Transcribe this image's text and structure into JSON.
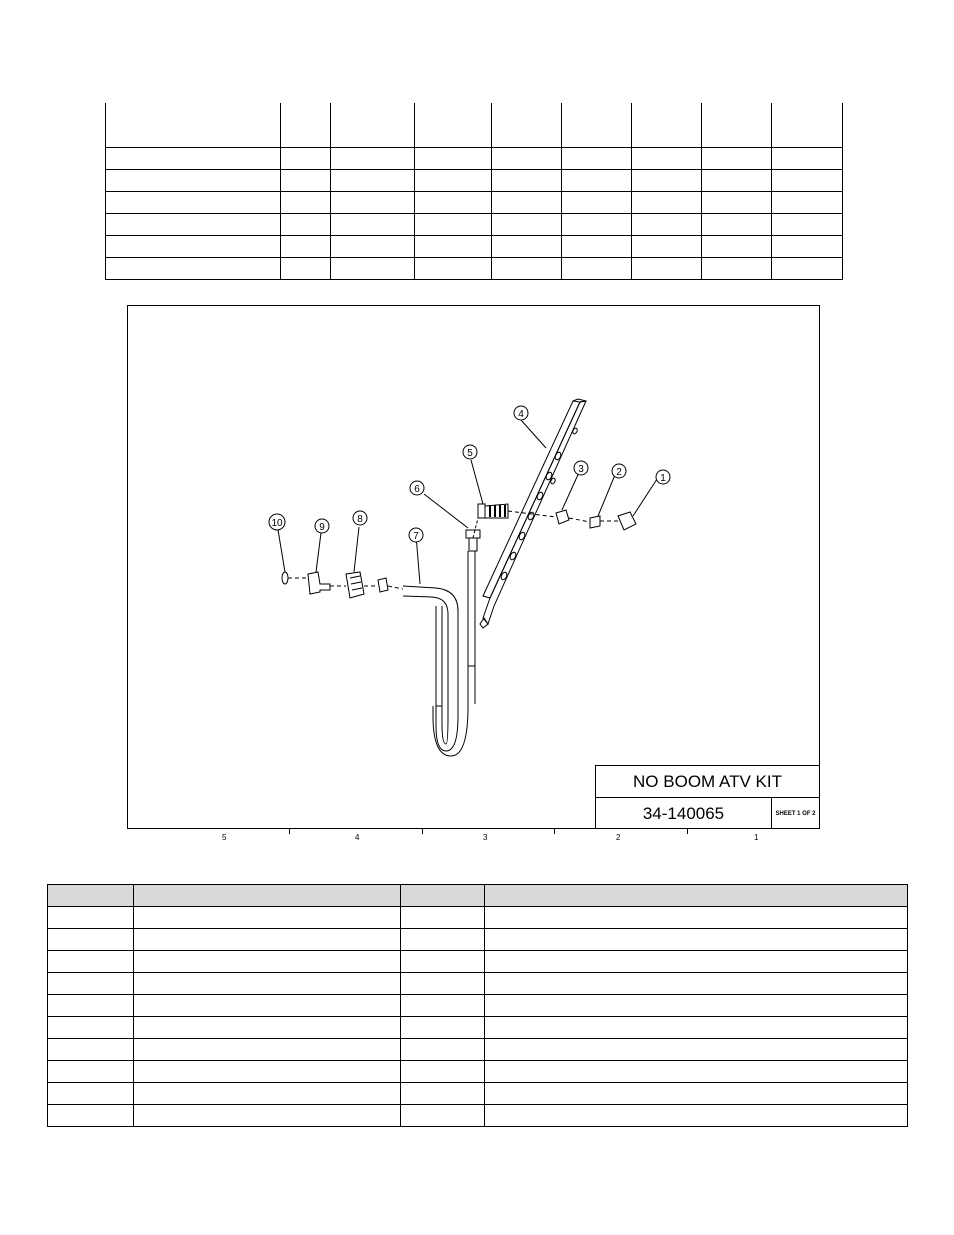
{
  "drawing": {
    "title": "NO BOOM ATV KIT",
    "part_number": "34-140065",
    "sheet": "SHEET 1 OF 2",
    "zones": [
      "5",
      "4",
      "3",
      "2",
      "1"
    ],
    "balloons": [
      "1",
      "2",
      "3",
      "4",
      "5",
      "6",
      "7",
      "8",
      "9",
      "10"
    ]
  },
  "top_table": {
    "columns": 9,
    "rows": 6
  },
  "bottom_table": {
    "columns": 4,
    "rows": 10
  }
}
